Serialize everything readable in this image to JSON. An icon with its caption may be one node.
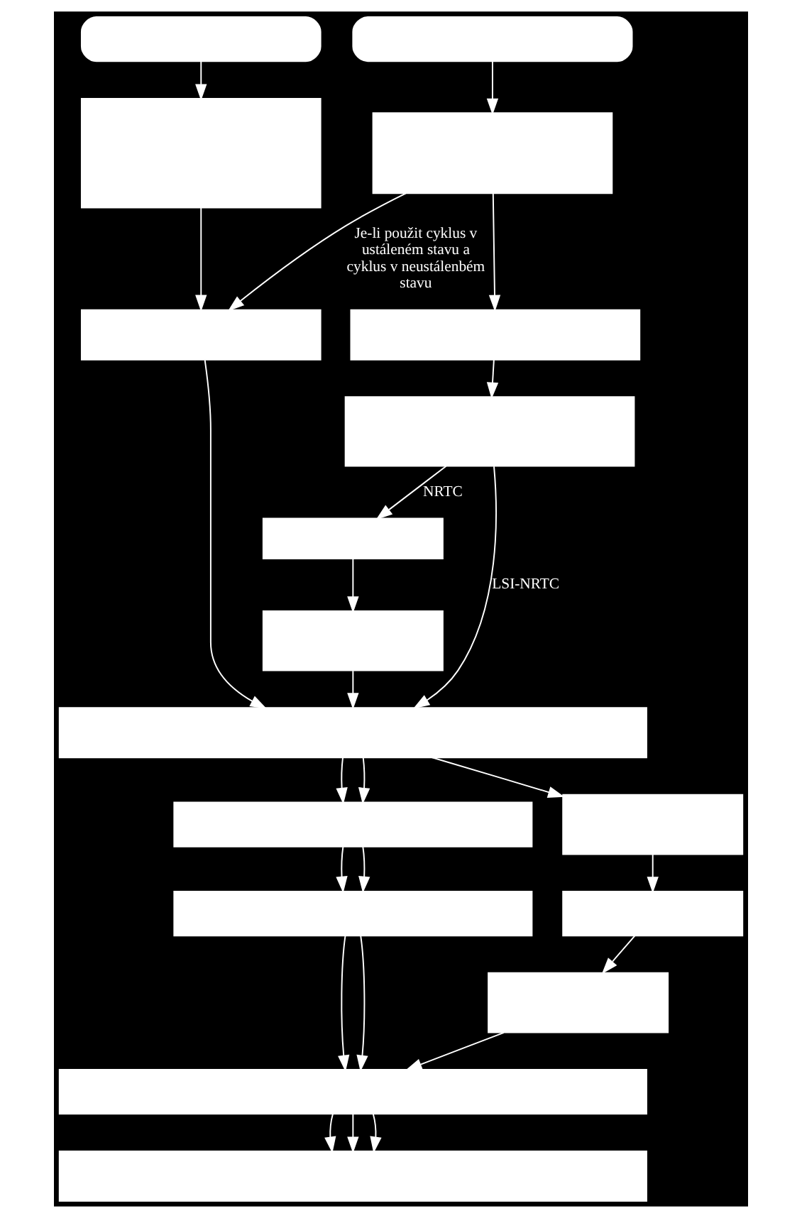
{
  "diagram": {
    "nodes": [
      {
        "text": [],
        "shape": "capsule"
      },
      {
        "text": [],
        "shape": "capsule"
      },
      {
        "text": [],
        "shape": "box"
      },
      {
        "text": [],
        "shape": "box"
      },
      {
        "text": [],
        "shape": "box"
      },
      {
        "text": [],
        "shape": "box"
      },
      {
        "text": [],
        "shape": "box"
      },
      {
        "text": [],
        "shape": "box"
      },
      {
        "text": [],
        "shape": "box"
      },
      {
        "text": [],
        "shape": "box"
      },
      {
        "text": [],
        "shape": "box"
      },
      {
        "text": [],
        "shape": "box"
      },
      {
        "text": [],
        "shape": "box"
      },
      {
        "text": [],
        "shape": "box"
      },
      {
        "text": [],
        "shape": "box"
      },
      {
        "text": [],
        "shape": "box"
      },
      {
        "text": [],
        "shape": "box"
      }
    ],
    "edges": [
      {
        "from": 0,
        "to": 2,
        "arrow": "to"
      },
      {
        "from": 1,
        "to": 3,
        "arrow": "to"
      },
      {
        "from": 2,
        "to": 4,
        "arrow": "to"
      },
      {
        "from": 3,
        "to": 4,
        "arrow": "to",
        "label": "Je-li použit cyklus v ustáleném stavu a cyklus v neustálenbém stavu"
      },
      {
        "from": 3,
        "to": 5,
        "arrow": "to"
      },
      {
        "from": 5,
        "to": 6,
        "arrow": "to"
      },
      {
        "from": 6,
        "to": 9,
        "arrow": "to",
        "label": "LSI-NRTC"
      },
      {
        "from": 6,
        "to": 7,
        "arrow": "to",
        "label": "NRTC"
      },
      {
        "from": 7,
        "to": 8,
        "arrow": "to"
      },
      {
        "from": 4,
        "to": 9,
        "arrow": "to"
      },
      {
        "from": 8,
        "to": 9,
        "arrow": "to"
      },
      {
        "from": 9,
        "to": 10,
        "arrow": "to"
      },
      {
        "from": 9,
        "to": 10,
        "arrow": "to"
      },
      {
        "from": 9,
        "to": 11,
        "arrow": "to"
      },
      {
        "from": 10,
        "to": 12,
        "arrow": "to"
      },
      {
        "from": 10,
        "to": 12,
        "arrow": "to"
      },
      {
        "from": 11,
        "to": 13,
        "arrow": "to"
      },
      {
        "from": 13,
        "to": 14,
        "arrow": "to"
      },
      {
        "from": 12,
        "to": 15,
        "arrow": "to"
      },
      {
        "from": 12,
        "to": 15,
        "arrow": "to"
      },
      {
        "from": 14,
        "to": 15,
        "arrow": "to"
      },
      {
        "from": 15,
        "to": 16,
        "arrow": "to"
      },
      {
        "from": 15,
        "to": 16,
        "arrow": "to"
      },
      {
        "from": 15,
        "to": 16,
        "arrow": "to"
      }
    ]
  }
}
